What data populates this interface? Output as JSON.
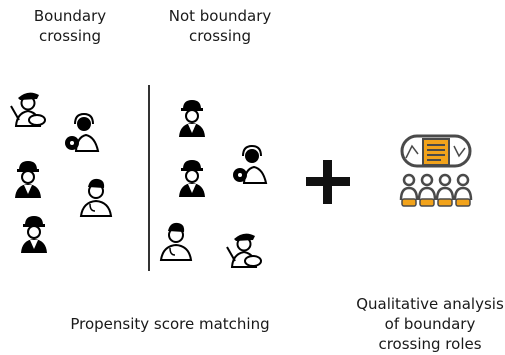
{
  "labels": {
    "boundary": "Boundary\ncrossing",
    "not_boundary": "Not boundary\ncrossing",
    "psm": "Propensity score matching",
    "qualitative": "Qualitative analysis\nof boundary\ncrossing roles"
  },
  "icons": {
    "artist": "artist-with-palette-icon",
    "headset": "headset-operator-with-disc-icon",
    "worker": "construction-worker-hardhat-icon",
    "doctor": "doctor-with-stethoscope-icon",
    "analysis": "team-reviewing-board-icon"
  },
  "colors": {
    "icon": "#000000",
    "analysis_orange": "#f2a31b",
    "analysis_gray": "#4a4a4a"
  }
}
